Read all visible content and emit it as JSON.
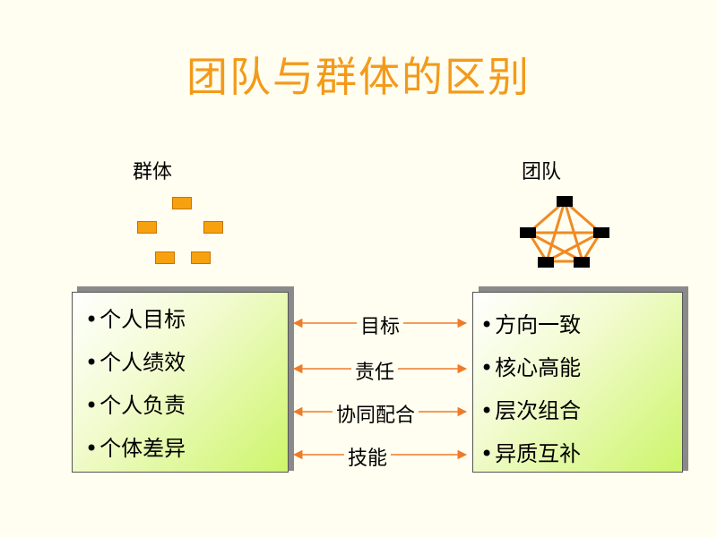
{
  "title": "团队与群体的区别",
  "left_label": "群体",
  "right_label": "团队",
  "left_items": [
    "个人目标",
    "个人绩效",
    "个人负责",
    "个体差异"
  ],
  "right_items": [
    "方向一致",
    "核心高能",
    "层次组合",
    "异质互补"
  ],
  "middle_labels": [
    "目标",
    "责任",
    "协同配合",
    "技能"
  ],
  "colors": {
    "title": "#F39A1B",
    "group_rect": "#F7A10E",
    "team_line": "#F08A24",
    "arrow": "#F07A28"
  }
}
